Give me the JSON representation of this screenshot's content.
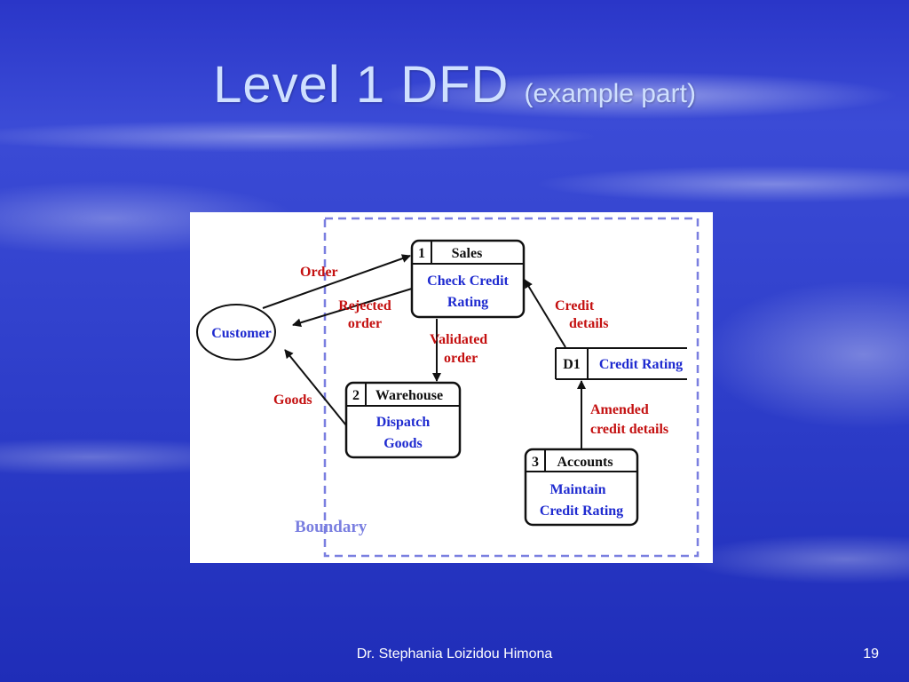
{
  "slide": {
    "title": "Level 1 DFD",
    "title_sub": "(example part)",
    "author": "Dr. Stephania Loizidou Himona",
    "page_number": "19"
  },
  "colors": {
    "blue_text": "#1f2bd0",
    "red_text": "#c41010",
    "boundary_line": "#7a7fe0",
    "title_text": "#cfe0ff"
  },
  "dfd": {
    "external_entity": {
      "label": "Customer"
    },
    "processes": [
      {
        "number": "1",
        "title": "Sales",
        "line1": "Check Credit",
        "line2": "Rating"
      },
      {
        "number": "2",
        "title": "Warehouse",
        "line1": "Dispatch",
        "line2": "Goods"
      },
      {
        "number": "3",
        "title": "Accounts",
        "line1": "Maintain",
        "line2": "Credit Rating"
      }
    ],
    "data_store": {
      "id": "D1",
      "name": "Credit Rating"
    },
    "flows": {
      "order": "Order",
      "rejected_line1": "Rejected",
      "rejected_line2": "order",
      "validated_line1": "Validated",
      "validated_line2": "order",
      "credit_line1": "Credit",
      "credit_line2": "details",
      "amended_line1": "Amended",
      "amended_line2": "credit details",
      "goods": "Goods"
    },
    "boundary_label": "Boundary"
  }
}
